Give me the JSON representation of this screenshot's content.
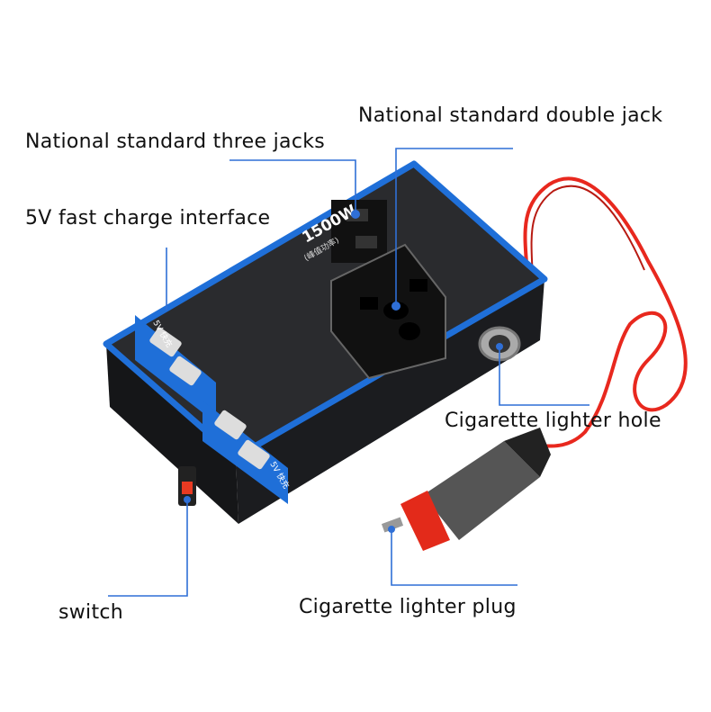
{
  "labels": {
    "double_jack": "National standard double jack",
    "three_jacks": "National standard three jacks",
    "fast_charge": "5V fast charge interface",
    "lighter_hole": "Cigarette lighter hole",
    "switch": "switch",
    "lighter_plug": "Cigarette lighter plug"
  },
  "device_text": {
    "power": "1500W",
    "power_sub": "(峰值功率)",
    "usb_badge": "5V 快充"
  },
  "colors": {
    "leader": "#2f6fd6",
    "device_body": "#1e1f22",
    "device_trim": "#1f6fd8",
    "cable": "#e8281e",
    "switch": "#e83a22"
  }
}
